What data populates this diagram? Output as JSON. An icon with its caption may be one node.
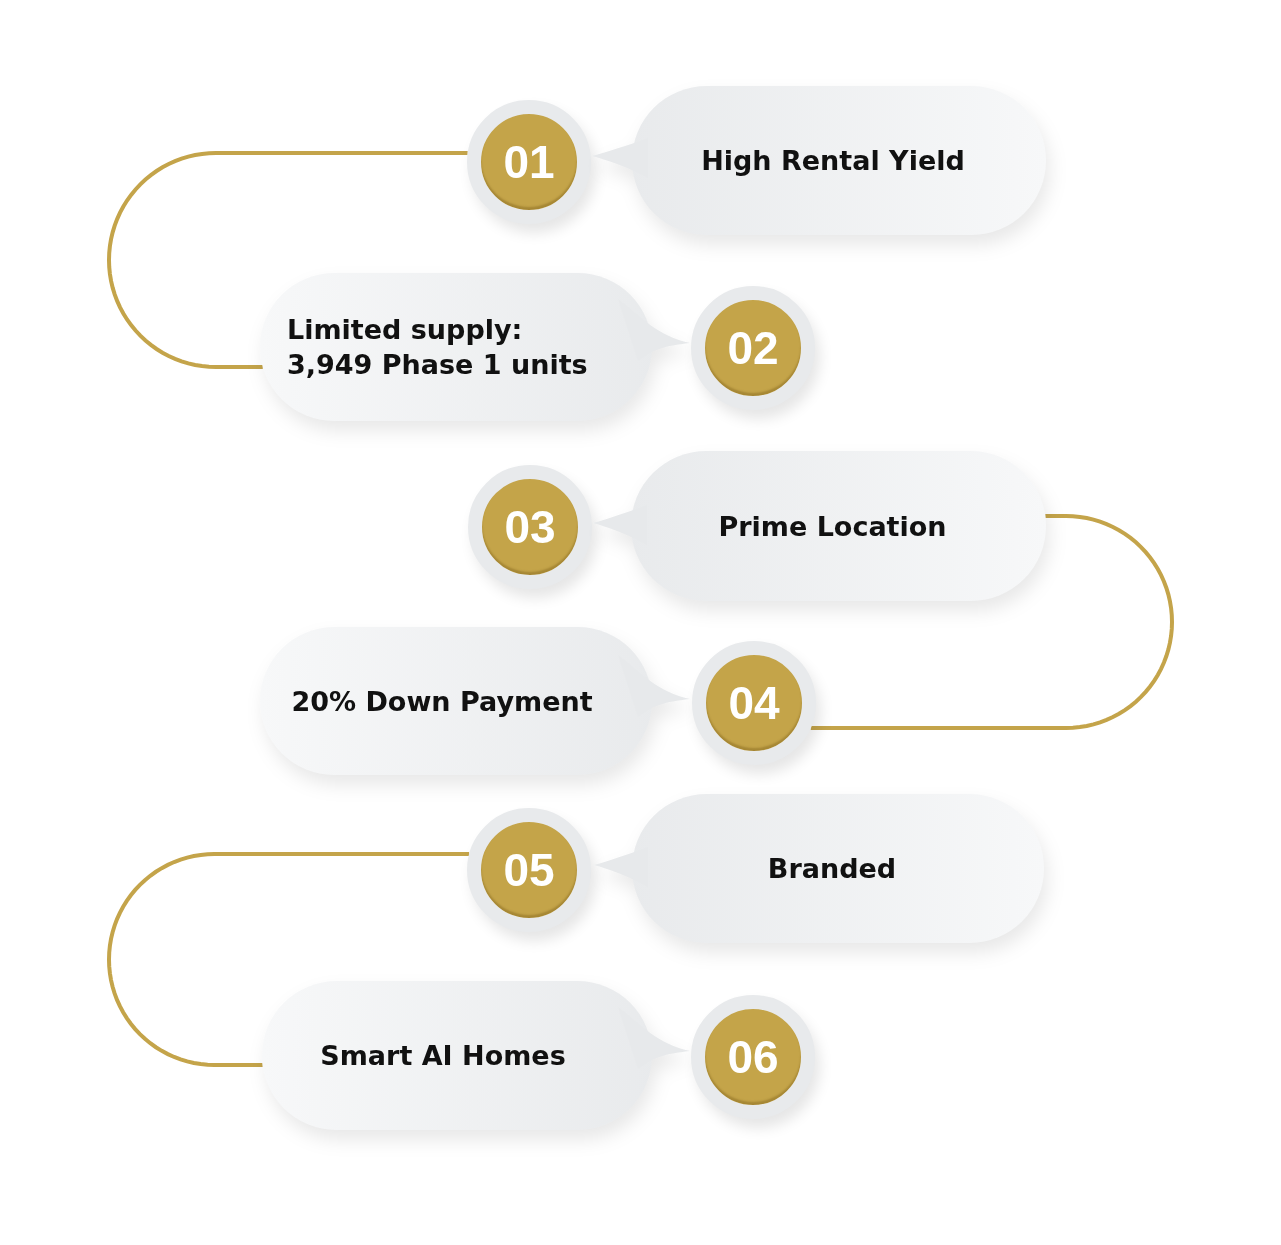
{
  "diagram": {
    "nodes": [
      {
        "text": [
          "01"
        ]
      },
      {
        "text": [
          "High Rental Yield"
        ]
      },
      {
        "text": [
          "Limited supply: 3,949 Phase 1 units"
        ]
      },
      {
        "text": [
          "02"
        ]
      },
      {
        "text": [
          "03"
        ]
      },
      {
        "text": [
          "Prime Location"
        ]
      },
      {
        "text": [
          "20% Down Payment"
        ]
      },
      {
        "text": [
          "04"
        ]
      },
      {
        "text": [
          "05"
        ]
      },
      {
        "text": [
          "Branded"
        ]
      },
      {
        "text": [
          "Smart AI Homes"
        ]
      },
      {
        "text": [
          "06"
        ]
      }
    ],
    "edges": [
      {
        "from": 0,
        "to": 2,
        "arrow": "none"
      },
      {
        "from": 5,
        "to": 7,
        "arrow": "none"
      },
      {
        "from": 8,
        "to": 10,
        "arrow": "none"
      }
    ]
  }
}
